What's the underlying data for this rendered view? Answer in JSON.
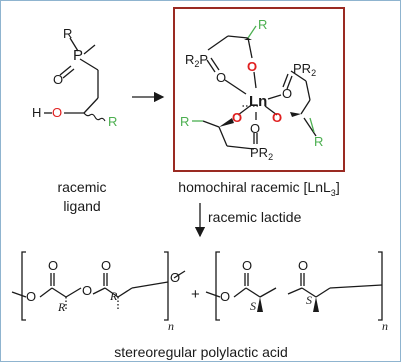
{
  "colors": {
    "ink": "#1a1a1a",
    "oxygen": "#e02020",
    "substituent": "#4caf50",
    "complex_border": "#9a2a22",
    "frame_border": "#8fb4cf"
  },
  "ligand": {
    "phosphorus": "P",
    "r_top": "R",
    "oxygen_phosphoryl": "O",
    "hydroxyl_h": "H",
    "hydroxyl_o": "O",
    "r_side": "R",
    "label_line1": "racemic",
    "label_line2": "ligand"
  },
  "complex": {
    "metal": "Ln",
    "r_labels": [
      "R",
      "R",
      "R"
    ],
    "phosphine_groups": [
      "R",
      "P",
      "2",
      "R",
      "P",
      "2",
      "R",
      "P",
      "2"
    ],
    "oxygen_labels": [
      "O",
      "O",
      "O",
      "O",
      "O",
      "O"
    ],
    "caption_prefix": "homochiral racemic [LnL",
    "caption_sub": "3",
    "caption_suffix": "]"
  },
  "reaction": {
    "reagent": "racemic lactide"
  },
  "polymer": {
    "stereo_left": [
      "R",
      "R"
    ],
    "stereo_right": [
      "S",
      "S"
    ],
    "repeat_n": [
      "n",
      "n"
    ],
    "plus": "+",
    "oxygens": [
      "O",
      "O",
      "O",
      "O",
      "O",
      "O",
      "O",
      "O"
    ],
    "caption": "stereoregular polylactic acid"
  }
}
